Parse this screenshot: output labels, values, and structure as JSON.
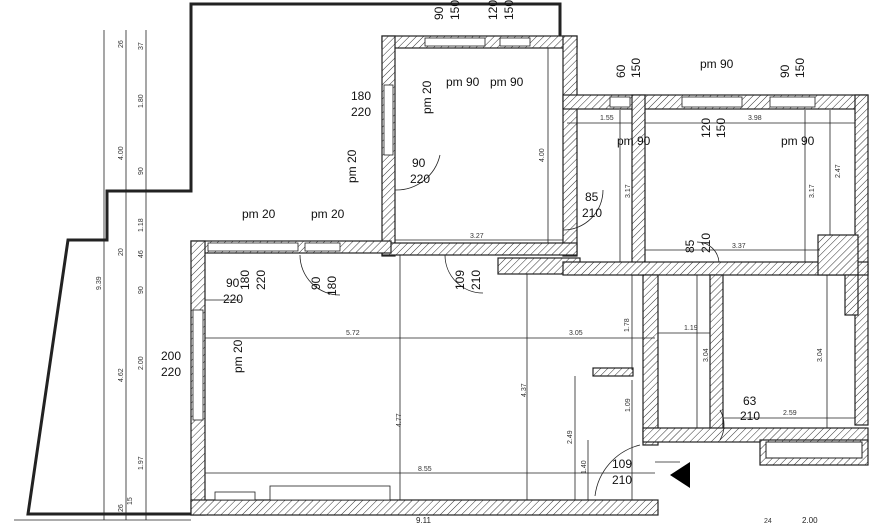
{
  "openings": {
    "w_top1_a": "90",
    "w_top1_b": "150",
    "w_top2_a": "120",
    "w_top2_b": "150",
    "pm90_a": "pm 90",
    "pm90_b": "pm 90",
    "w_left_a": "180",
    "w_left_b": "220",
    "pm20_a": "pm 20",
    "pm20_b": "pm 20",
    "d_ur_a": "90",
    "d_ur_b": "220",
    "d_hall_a": "85",
    "d_hall_b": "210",
    "w_r1_a": "60",
    "w_r1_b": "150",
    "pm90_c": "pm 90",
    "w_r2_a": "90",
    "w_r2_b": "150",
    "pm90_d": "pm 90",
    "w_r3_a": "120",
    "w_r3_b": "150",
    "pm90_e": "pm 90",
    "d_br_a": "85",
    "d_br_b": "210",
    "pm20_c": "pm 20",
    "pm20_d": "pm 20",
    "d_lv_a": "90",
    "d_lv_b": "220",
    "w_lv1_a": "180",
    "w_lv1_b": "220",
    "w_lv2_a": "90",
    "w_lv2_b": "180",
    "d_mid_a": "109",
    "d_mid_b": "210",
    "w_lv3_a": "200",
    "w_lv3_b": "220",
    "pm20_e": "pm 20",
    "d_bath_a": "63",
    "d_bath_b": "210",
    "d_entry_a": "109",
    "d_entry_b": "210"
  },
  "dimensions": {
    "d327": "3.27",
    "d400r": "4.00",
    "d317a": "3.17",
    "d317b": "3.17",
    "d247": "2.47",
    "d155": "1.55",
    "d398": "3.98",
    "d337": "3.37",
    "d572": "5.72",
    "d305": "3.05",
    "d178": "1.78",
    "d119": "1.19",
    "d304a": "3.04",
    "d304b": "3.04",
    "d477": "4.77",
    "d437": "4.37",
    "d109": "1.09",
    "d259": "2.59",
    "d249": "2.49",
    "d140": "1.40",
    "d855": "8.55",
    "d911": "9.11",
    "d24": "24",
    "d200b": "2.00",
    "l26": "26",
    "l37": "37",
    "l180": "1.80",
    "l400": "4.00",
    "l90": "90",
    "l118": "1.18",
    "l20": "20",
    "l46": "46",
    "l90b": "90",
    "l462": "4.62",
    "l200": "2.00",
    "l197": "1.97",
    "l26b": "26",
    "l15": "15",
    "l939": "9.39"
  }
}
